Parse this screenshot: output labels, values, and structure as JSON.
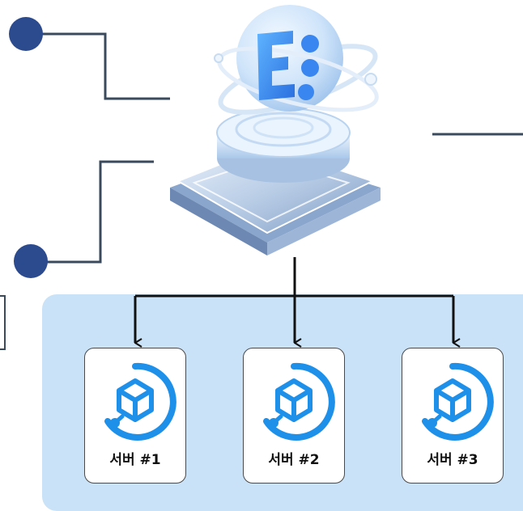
{
  "colors": {
    "connector": "#3a4a5c",
    "node_dot": "#2c4a8e",
    "arrow": "#111111",
    "server_panel": "#c9e2f7",
    "server_icon": "#1e90ea"
  },
  "hub": {
    "icon": "e-logo-icon",
    "text": "E"
  },
  "servers": [
    {
      "label": "서버 #1",
      "icon": "server-cube-icon"
    },
    {
      "label": "서버 #2",
      "icon": "server-cube-icon"
    },
    {
      "label": "서버 #3",
      "icon": "server-cube-icon"
    }
  ]
}
